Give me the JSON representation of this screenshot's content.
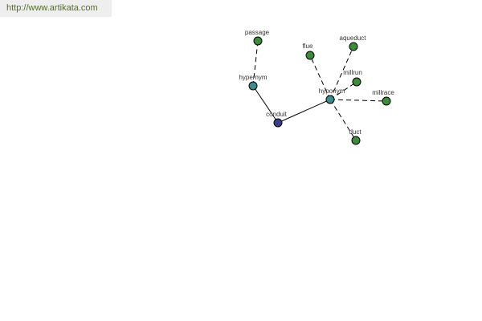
{
  "header": {
    "url_text": "http://www.artikata.com"
  },
  "colors": {
    "url_text": "#556b2f",
    "url_bar_bg": "#eeeeee",
    "center_node": "#3c3c8c",
    "relation_node": "#3c8c8c",
    "leaf_node": "#3c8c3c"
  },
  "graph": {
    "center": "conduit",
    "relations": [
      {
        "label": "hypernym",
        "linked_to": "conduit",
        "edge": "solid",
        "terms": [
          "passage"
        ]
      },
      {
        "label": "hyponym",
        "linked_to": "conduit",
        "edge": "solid",
        "terms": [
          "flue",
          "aqueduct",
          "millrun",
          "millrace",
          "duct"
        ]
      }
    ]
  }
}
